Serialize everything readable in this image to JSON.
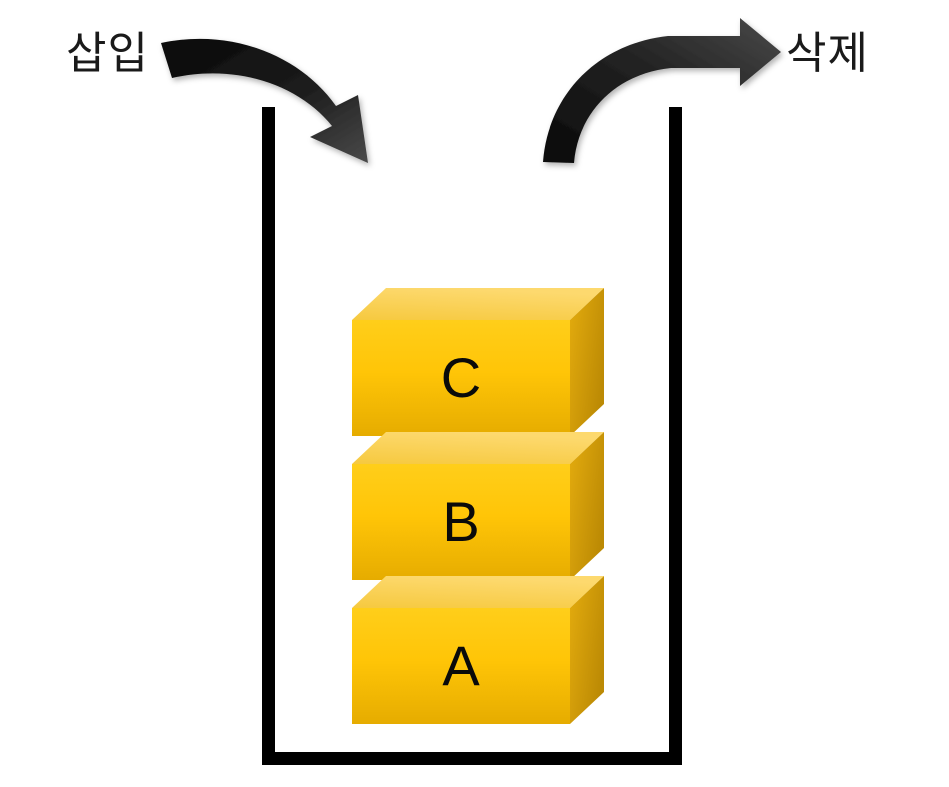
{
  "diagram": {
    "title": "Stack operations diagram",
    "labels": {
      "insert": "삽입",
      "delete": "삭제"
    },
    "icons": {
      "insert_arrow": "curved-arrow-down-right-icon",
      "delete_arrow": "curved-arrow-up-right-icon",
      "container": "stack-container-shape"
    },
    "blocks": [
      {
        "id": "c",
        "label": "C",
        "position": "top"
      },
      {
        "id": "b",
        "label": "B",
        "position": "middle"
      },
      {
        "id": "a",
        "label": "A",
        "position": "bottom"
      }
    ],
    "colors": {
      "block_top": "#FCD35A",
      "block_front_light": "#FFC907",
      "block_front_dark": "#E8AE00",
      "block_side_light": "#E0A80C",
      "block_side_dark": "#BE8C05",
      "arrow_dark": "#1a1a1a",
      "arrow_light": "#3f3f3f",
      "container_stroke": "#000000",
      "background": "#FFFFFF",
      "text": "#0A0A0A"
    }
  }
}
